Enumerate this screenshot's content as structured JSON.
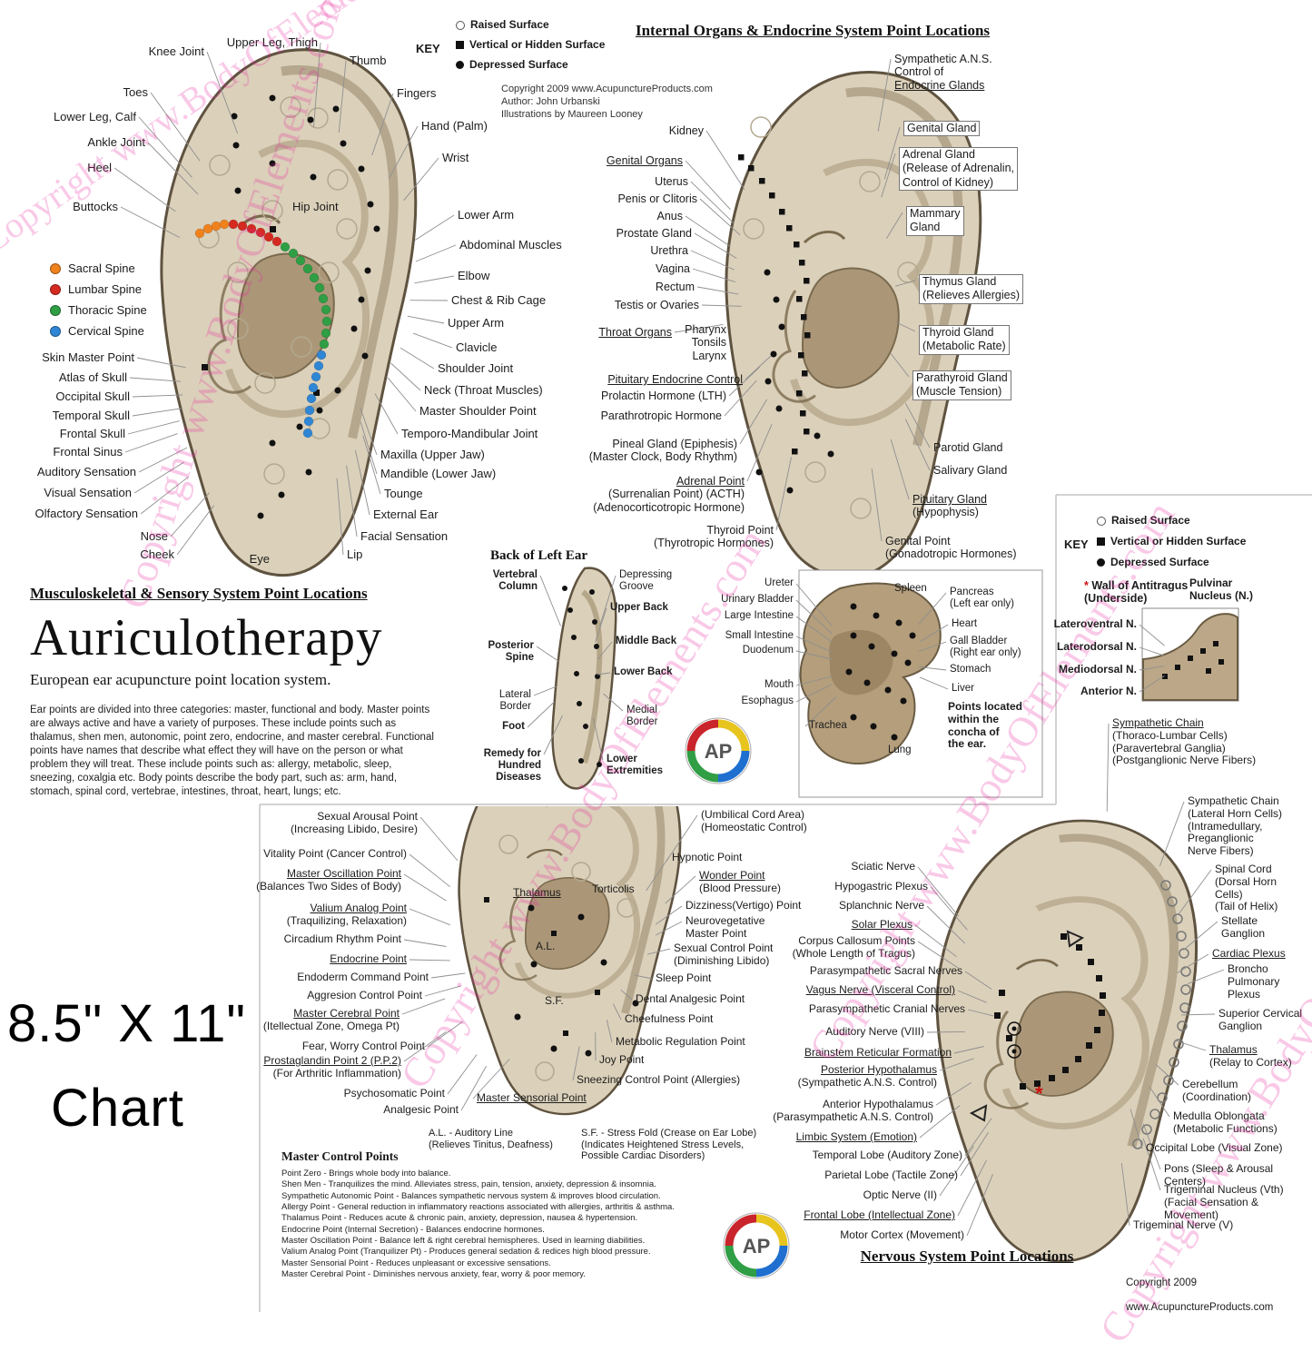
{
  "watermark": {
    "text": "Copyright www.BodyOfElements.com",
    "color": "#e8219c"
  },
  "misc": {
    "star": "*",
    "star_color": "#cc1111"
  },
  "badge": {
    "line1": "8.5\" X 11\"",
    "line2": "Chart"
  },
  "key": {
    "title": "KEY",
    "items": [
      "Raised Surface",
      "Vertical or Hidden Surface",
      "Depressed Surface"
    ]
  },
  "credits": {
    "lines": [
      "Copyright 2009 www.AcupunctureProducts.com",
      "Author: John Urbanski",
      "Illustrations by Maureen Looney"
    ]
  },
  "footer": {
    "lines": [
      "Copyright 2009",
      "www.AcupunctureProducts.com"
    ]
  },
  "logo": {
    "letters": "AP",
    "colors": [
      "#c9242b",
      "#e7c41e",
      "#1f6fd0",
      "#2f9e44"
    ]
  },
  "intro": {
    "section_title": "Musculoskeletal & Sensory System Point Locations",
    "title": "Auriculotherapy",
    "subtitle": "European ear acupuncture point location system.",
    "body": "Ear points are divided into three categories: master, functional and body. Master points are always active and have a variety of purposes. These include points such as thalamus, shen men, autonomic, point zero, endocrine, and master cerebral. Functional points have names that describe what effect they will have on the person or what problem they will treat. These include points such as: allergy, metabolic, sleep, sneezing, coxalgia etc. Body points describe the body part, such as: arm, hand, stomach, spinal cord, vertebrae, intestines, throat, heart, lungs; etc."
  },
  "musculo": {
    "left_labels": [
      "Knee Joint",
      "Upper Leg, Thigh",
      "Toes",
      "Lower Leg, Calf",
      "Ankle Joint",
      "Heel",
      "Buttocks"
    ],
    "spine_legend": [
      {
        "color": "#f0821e",
        "label": "Sacral Spine"
      },
      {
        "color": "#d42a20",
        "label": "Lumbar Spine"
      },
      {
        "color": "#2f9e44",
        "label": "Thoracic Spine"
      },
      {
        "color": "#2f86d4",
        "label": "Cervical Spine"
      }
    ],
    "head_labels": [
      "Skin Master Point",
      "Atlas of Skull",
      "Occipital Skull",
      "Temporal Skull",
      "Frontal Skull",
      "Frontal Sinus",
      "Auditory Sensation",
      "Visual Sensation",
      "Olfactory Sensation",
      "Nose",
      "Cheek",
      "Eye"
    ],
    "right_labels": [
      "Thumb",
      "Fingers",
      "Hand (Palm)",
      "Wrist",
      "Hip Joint",
      "Lower Arm",
      "Abdominal Muscles",
      "Elbow",
      "Chest & Rib Cage",
      "Upper Arm",
      "Clavicle",
      "Shoulder Joint",
      "Neck (Throat Muscles)",
      "Master Shoulder Point",
      "Temporo-Mandibular Joint",
      "Maxilla (Upper Jaw)",
      "Mandible (Lower Jaw)",
      "Tounge",
      "External Ear",
      "Facial Sensation",
      "Lip"
    ]
  },
  "organs": {
    "title": "Internal Organs & Endocrine System Point Locations",
    "left_labels": [
      "Kidney",
      "Genital Organs",
      "Uterus",
      "Penis or Clitoris",
      "Anus",
      "Prostate Gland",
      "Urethra",
      "Vagina",
      "Rectum",
      "Testis or Ovaries",
      "Throat Organs",
      "Pharynx\nTonsils\nLarynx",
      "Pituitary Endocrine Control",
      "Prolactin Hormone (LTH)",
      "Parathrotropic Hormone",
      "Pineal Gland (Epiphesis)\n(Master Clock, Body Rhythm)",
      "Adrenal Point\n(Surrenalian Point) (ACTH)\n(Adenocorticotropic Hormone)",
      "Thyroid Point\n(Thyrotropic Hormones)"
    ],
    "right_labels": [
      "Sympathetic A.N.S.\nControl of\nEndocrine Glands",
      "Genital Gland",
      "Adrenal Gland\n(Release of Adrenalin,\nControl of Kidney)",
      "Mammary\nGland",
      "Thymus Gland\n(Relieves Allergies)",
      "Thyroid Gland\n(Metabolic Rate)",
      "Parathyroid Gland\n(Muscle Tension)",
      "Parotid Gland",
      "Salivary Gland",
      "Pituitary Gland\n(Hypophysis)",
      "Genital Point\n(Gonadotropic Hormones)"
    ]
  },
  "back_ear": {
    "title": "Back of Left Ear",
    "left_labels": [
      "Vertebral\nColumn",
      "Posterior\nSpine",
      "Lateral\nBorder",
      "Foot",
      "Remedy for\nHundred\nDiseases"
    ],
    "right_labels": [
      "Depressing\nGroove",
      "Upper Back",
      "Middle Back",
      "Lower Back",
      "Medial\nBorder",
      "Lower\nExtremities"
    ]
  },
  "concha": {
    "left_labels": [
      "Ureter",
      "Urinary Bladder",
      "Large Intestine",
      "Small Intestine",
      "Duodenum",
      "Mouth",
      "Esophagus",
      "Trachea"
    ],
    "right_labels": [
      "Spleen",
      "Pancreas\n(Left ear only)",
      "Heart",
      "Gall Bladder\n(Right ear only)",
      "Stomach",
      "Liver",
      "Lung"
    ],
    "note": "Points located\nwithin the\nconcha of\nthe ear."
  },
  "antitragus": {
    "wall": "Wall of Antitragus\n(Underside)",
    "pulvinar": "Pulvinar\nNucleus (N.)",
    "left_labels": [
      "Lateroventral N.",
      "Laterodorsal N.",
      "Mediodorsal N.",
      "Anterior N."
    ]
  },
  "master": {
    "left_labels": [
      "Sexual Arousal Point\n(Increasing Libido, Desire)",
      "Vitality Point (Cancer Control)",
      "Master Oscillation Point\n(Balances Two Sides of Body)",
      "Valium Analog Point\n(Traquilizing, Relaxation)",
      "Circadium Rhythm Point",
      "Endocrine Point",
      "Endoderm Command Point",
      "Aggresion Control Point",
      "Master Cerebral Point\n(Itellectual Zone, Omega Pt)",
      "Fear, Worry Control Point",
      "Prostaglandin Point 2 (P.P.2)\n(For Arthritic Inflammation)",
      "Psychosomatic Point",
      "Analgesic Point"
    ],
    "inner_labels": [
      "Thalamus",
      "Torticolis",
      "A.L.",
      "S.F."
    ],
    "right_labels": [
      "(Umbilical Cord Area)\n(Homeostatic Control)",
      "Hypnotic Point",
      "Wonder Point\n(Blood Pressure)",
      "Dizziness(Vertigo) Point",
      "Neurovegetative\nMaster Point",
      "Sexual Control Point\n(Diminishing Libido)",
      "Sleep Point",
      "Dental Analgesic Point",
      "Cheefulness Point",
      "Metabolic Regulation Point",
      "Joy Point",
      "Sneezing Control Point (Allergies)",
      "Master Sensorial Point"
    ],
    "footnotes": [
      "A.L. - Auditory Line\n(Relieves Tinitus, Deafness)",
      "S.F. - Stress Fold (Crease on Ear Lobe)\n(Indicates Heightened Stress Levels,\nPossible Cardiac Disorders)"
    ]
  },
  "master_control": {
    "title": "Master Control Points",
    "lines": [
      "Point Zero - Brings whole body into balance.",
      "Shen Men - Tranquilizes the mind. Alleviates stress, pain, tension, anxiety, depression & insomnia.",
      "Sympathetic Autonomic Point - Balances sympathetic nervous system & improves blood circulation.",
      "Allergy Point - General reduction in inflammatory reactions associated with allergies, arthritis & asthma.",
      "Thalamus Point - Reduces acute & chronic pain, anxiety, depression, nausea & hypertension.",
      "Endocrine Point (Internal Secretion) - Balances endocrine hormones.",
      "Master Oscillation Point - Balance left & right cerebral hemispheres. Used in learning diabilities.",
      "Valium Analog Point (Tranquilizer Pt) - Produces general sedation & redices high blood pressure.",
      "Master Sensorial Point - Reduces unpleasant or excessive sensations.",
      "Master Cerebral Point - Diminishes nervous anxiety, fear, worry & poor memory."
    ]
  },
  "nervous": {
    "title": "Nervous System Point Locations",
    "left_labels": [
      "Sciatic Nerve",
      "Hypogastric Plexus",
      "Splanchnic Nerve",
      "Solar Plexus",
      "Corpus Callosum Points\n(Whole Length of Tragus)",
      "Parasympathetic Sacral Nerves",
      "Vagus Nerve (Visceral Control)",
      "Parasympathetic Cranial Nerves",
      "Auditory Nerve (VIII)",
      "Brainstem Reticular Formation",
      "Posterior Hypothalamus\n(Sympathetic A.N.S. Control)",
      "Anterior Hypothalamus\n(Parasympathetic A.N.S. Control)",
      "Limbic System (Emotion)",
      "Temporal Lobe (Auditory Zone)",
      "Parietal Lobe (Tactile Zone)",
      "Optic Nerve (II)",
      "Frontal Lobe (Intellectual Zone)",
      "Motor Cortex (Movement)"
    ],
    "right_labels": [
      "Sympathetic Chain\n(Thoraco-Lumbar Cells)\n(Paravertebral Ganglia)\n(Postganglionic Nerve Fibers)",
      "Sympathetic Chain\n(Lateral Horn Cells)\n(Intramedullary,\nPreganglionic\nNerve Fibers)",
      "Spinal Cord\n(Dorsal Horn\nCells)\n(Tail of Helix)",
      "Stellate\nGanglion",
      "Cardiac Plexus",
      "Broncho\nPulmonary\nPlexus",
      "Superior Cervical\nGanglion",
      "Thalamus\n(Relay to Cortex)",
      "Cerebellum\n(Coordination)",
      "Medulla Oblongata\n(Metabolic Functions)",
      "Occipital Lobe (Visual Zone)",
      "Pons (Sleep & Arousal Centers)",
      "Trigeminal Nucleus (Vth)\n(Facial Sensation & Movement)",
      "Trigeminal Nerve (V)"
    ]
  }
}
